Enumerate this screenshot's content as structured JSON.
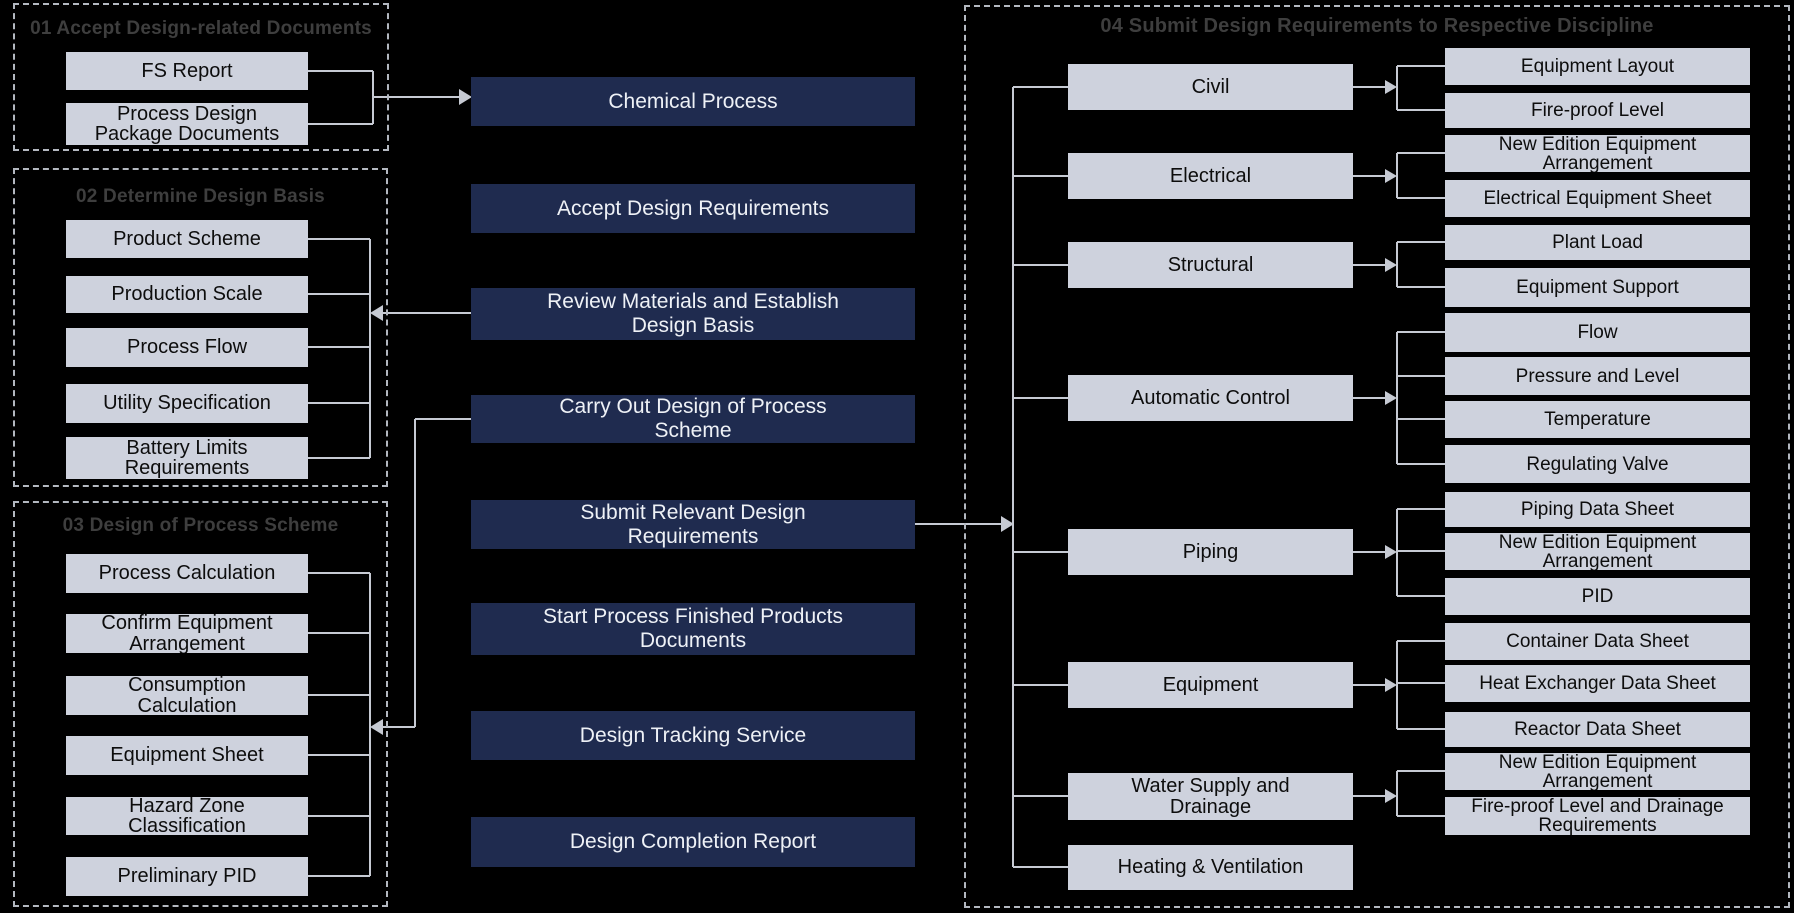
{
  "colors": {
    "background": "#000000",
    "navy_box": "#1f2b4f",
    "light_box": "#ced2dd",
    "connector_line": "#c6cad3",
    "group_title": "#3e3e3e",
    "dashed_border": "#b3b8c0"
  },
  "groups": {
    "g1": {
      "title": "01 Accept Design-related Documents",
      "items": [
        "FS Report",
        "Process Design\nPackage Documents"
      ]
    },
    "g2": {
      "title": "02 Determine Design Basis",
      "items": [
        "Product Scheme",
        "Production Scale",
        "Process Flow",
        "Utility Specification",
        "Battery Limits\nRequirements"
      ]
    },
    "g3": {
      "title": "03 Design of Process Scheme",
      "items": [
        "Process Calculation",
        "Confirm Equipment\nArrangement",
        "Consumption\nCalculation",
        "Equipment Sheet",
        "Hazard Zone\nClassification",
        "Preliminary PID"
      ]
    },
    "g4": {
      "title": "04 Submit Design Requirements to Respective Discipline",
      "disciplines": [
        "Civil",
        "Electrical",
        "Structural",
        "Automatic Control",
        "Piping",
        "Equipment",
        "Water Supply and\nDrainage",
        "Heating & Ventilation"
      ],
      "outputs": [
        "Equipment Layout",
        "Fire-proof Level",
        "New Edition Equipment\nArrangement",
        "Electrical Equipment Sheet",
        "Plant Load",
        "Equipment Support",
        "Flow",
        "Pressure and Level",
        "Temperature",
        "Regulating Valve",
        "Piping Data Sheet",
        "New Edition Equipment\nArrangement",
        "PID",
        "Container Data Sheet",
        "Heat Exchanger Data Sheet",
        "Reactor Data Sheet",
        "New Edition Equipment\nArrangement",
        "Fire-proof Level and Drainage\nRequirements"
      ]
    }
  },
  "process": {
    "steps": [
      "Chemical Process",
      "Accept Design Requirements",
      "Review Materials and Establish\nDesign Basis",
      "Carry Out Design of Process\nScheme",
      "Submit Relevant Design\nRequirements",
      "Start Process Finished Products\nDocuments",
      "Design Tracking Service",
      "Design Completion Report"
    ]
  }
}
